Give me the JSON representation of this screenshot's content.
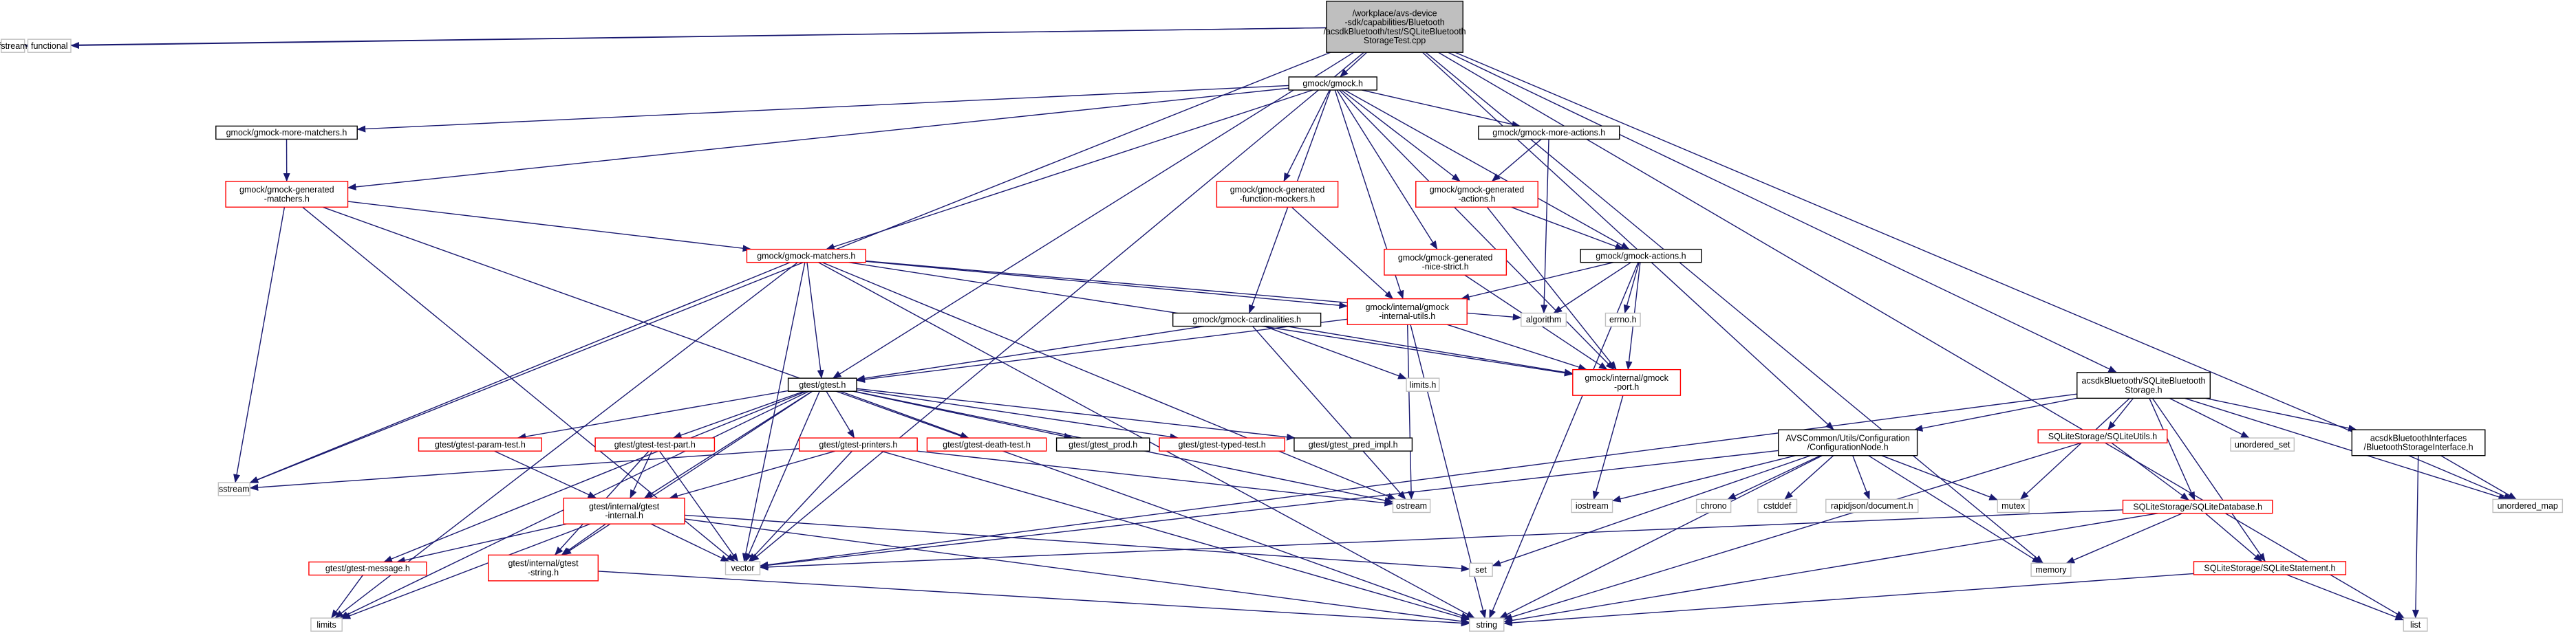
{
  "colors": {
    "edge": "#191970",
    "edge_grey": "#b4b4b4",
    "box_black": "#000000",
    "box_red": "#ff0000",
    "box_grey": "#bfbfbf",
    "root_fill": "#bfbfbf",
    "text": "#000000"
  },
  "nodes": {
    "root": {
      "lines": [
        "/workplace/avs-device",
        "-sdk/capabilities/Bluetooth",
        "/acsdkBluetooth/test/SQLiteBluetooth",
        "StorageTest.cpp"
      ],
      "style": "root"
    },
    "fstream": {
      "lines": [
        "fstream"
      ],
      "style": "grey"
    },
    "functional": {
      "lines": [
        "functional"
      ],
      "style": "grey"
    },
    "gmock_h": {
      "lines": [
        "gmock/gmock.h"
      ],
      "style": "black"
    },
    "more_matchers": {
      "lines": [
        "gmock/gmock-more-matchers.h"
      ],
      "style": "black"
    },
    "more_actions": {
      "lines": [
        "gmock/gmock-more-actions.h"
      ],
      "style": "black"
    },
    "gen_matchers": {
      "lines": [
        "gmock/gmock-generated",
        "-matchers.h"
      ],
      "style": "red"
    },
    "gen_func_mockers": {
      "lines": [
        "gmock/gmock-generated",
        "-function-mockers.h"
      ],
      "style": "red"
    },
    "gen_actions": {
      "lines": [
        "gmock/gmock-generated",
        "-actions.h"
      ],
      "style": "red"
    },
    "gen_nice_strict": {
      "lines": [
        "gmock/gmock-generated",
        "-nice-strict.h"
      ],
      "style": "red"
    },
    "actions_h": {
      "lines": [
        "gmock/gmock-actions.h"
      ],
      "style": "black"
    },
    "matchers_h": {
      "lines": [
        "gmock/gmock-matchers.h"
      ],
      "style": "red"
    },
    "algorithm": {
      "lines": [
        "algorithm"
      ],
      "style": "grey"
    },
    "errno": {
      "lines": [
        "errno.h"
      ],
      "style": "grey"
    },
    "internal_utils": {
      "lines": [
        "gmock/internal/gmock",
        "-internal-utils.h"
      ],
      "style": "red"
    },
    "cardinalities": {
      "lines": [
        "gmock/gmock-cardinalities.h"
      ],
      "style": "black"
    },
    "gmock_port": {
      "lines": [
        "gmock/internal/gmock",
        "-port.h"
      ],
      "style": "red"
    },
    "limits_h": {
      "lines": [
        "limits.h"
      ],
      "style": "grey"
    },
    "gtest_h": {
      "lines": [
        "gtest/gtest.h"
      ],
      "style": "black"
    },
    "param_test": {
      "lines": [
        "gtest/gtest-param-test.h"
      ],
      "style": "red"
    },
    "test_part": {
      "lines": [
        "gtest/gtest-test-part.h"
      ],
      "style": "red"
    },
    "printers": {
      "lines": [
        "gtest/gtest-printers.h"
      ],
      "style": "red"
    },
    "death_test": {
      "lines": [
        "gtest/gtest-death-test.h"
      ],
      "style": "red"
    },
    "gtest_prod": {
      "lines": [
        "gtest/gtest_prod.h"
      ],
      "style": "black"
    },
    "typed_test": {
      "lines": [
        "gtest/gtest-typed-test.h"
      ],
      "style": "red"
    },
    "pred_impl": {
      "lines": [
        "gtest/gtest_pred_impl.h"
      ],
      "style": "black"
    },
    "sstream": {
      "lines": [
        "sstream"
      ],
      "style": "grey"
    },
    "ostream": {
      "lines": [
        "ostream"
      ],
      "style": "grey"
    },
    "iostream": {
      "lines": [
        "iostream"
      ],
      "style": "grey"
    },
    "gtest_internal": {
      "lines": [
        "gtest/internal/gtest",
        "-internal.h"
      ],
      "style": "red"
    },
    "gtest_message": {
      "lines": [
        "gtest/gtest-message.h"
      ],
      "style": "red"
    },
    "gtest_string": {
      "lines": [
        "gtest/internal/gtest",
        "-string.h"
      ],
      "style": "red"
    },
    "vector": {
      "lines": [
        "vector"
      ],
      "style": "grey"
    },
    "limits": {
      "lines": [
        "limits"
      ],
      "style": "grey"
    },
    "string": {
      "lines": [
        "string"
      ],
      "style": "grey"
    },
    "set": {
      "lines": [
        "set"
      ],
      "style": "grey"
    },
    "config_node": {
      "lines": [
        "AVSCommon/Utils/Configuration",
        "/ConfigurationNode.h"
      ],
      "style": "black"
    },
    "chrono": {
      "lines": [
        "chrono"
      ],
      "style": "grey"
    },
    "cstddef": {
      "lines": [
        "cstddef"
      ],
      "style": "grey"
    },
    "rapidjson": {
      "lines": [
        "rapidjson/document.h"
      ],
      "style": "grey"
    },
    "mutex": {
      "lines": [
        "mutex"
      ],
      "style": "grey"
    },
    "memory": {
      "lines": [
        "memory"
      ],
      "style": "grey"
    },
    "bt_storage": {
      "lines": [
        "acsdkBluetooth/SQLiteBluetooth",
        "Storage.h"
      ],
      "style": "black"
    },
    "sqlite_utils": {
      "lines": [
        "SQLiteStorage/SQLiteUtils.h"
      ],
      "style": "red"
    },
    "sqlite_db": {
      "lines": [
        "SQLiteStorage/SQLiteDatabase.h"
      ],
      "style": "red"
    },
    "sqlite_stmt": {
      "lines": [
        "SQLiteStorage/SQLiteStatement.h"
      ],
      "style": "red"
    },
    "unordered_set": {
      "lines": [
        "unordered_set"
      ],
      "style": "grey"
    },
    "bt_iface": {
      "lines": [
        "acsdkBluetoothInterfaces",
        "/BluetoothStorageInterface.h"
      ],
      "style": "black"
    },
    "unordered_map": {
      "lines": [
        "unordered_map"
      ],
      "style": "grey"
    },
    "list": {
      "lines": [
        "list"
      ],
      "style": "grey"
    }
  },
  "edges": [
    [
      "root",
      "fstream"
    ],
    [
      "root",
      "functional"
    ],
    [
      "root",
      "gmock_h"
    ],
    [
      "root",
      "sstream"
    ],
    [
      "root",
      "vector"
    ],
    [
      "root",
      "gtest_h"
    ],
    [
      "root",
      "config_node"
    ],
    [
      "root",
      "memory"
    ],
    [
      "root",
      "bt_storage"
    ],
    [
      "root",
      "list"
    ],
    [
      "root",
      "unordered_map"
    ],
    [
      "gmock_h",
      "more_matchers"
    ],
    [
      "gmock_h",
      "more_actions"
    ],
    [
      "gmock_h",
      "gen_matchers"
    ],
    [
      "gmock_h",
      "gen_func_mockers"
    ],
    [
      "gmock_h",
      "gen_actions"
    ],
    [
      "gmock_h",
      "gen_nice_strict"
    ],
    [
      "gmock_h",
      "actions_h"
    ],
    [
      "gmock_h",
      "matchers_h"
    ],
    [
      "gmock_h",
      "cardinalities"
    ],
    [
      "gmock_h",
      "internal_utils"
    ],
    [
      "gmock_h",
      "gmock_port"
    ],
    [
      "more_matchers",
      "gen_matchers"
    ],
    [
      "more_actions",
      "gen_actions"
    ],
    [
      "more_actions",
      "algorithm"
    ],
    [
      "gen_matchers",
      "matchers_h"
    ],
    [
      "gen_matchers",
      "sstream"
    ],
    [
      "gen_matchers",
      "string"
    ],
    [
      "gen_matchers",
      "vector"
    ],
    [
      "gen_func_mockers",
      "internal_utils"
    ],
    [
      "gen_actions",
      "actions_h"
    ],
    [
      "gen_actions",
      "gmock_port"
    ],
    [
      "gen_nice_strict",
      "gmock_port"
    ],
    [
      "actions_h",
      "algorithm"
    ],
    [
      "actions_h",
      "errno"
    ],
    [
      "actions_h",
      "internal_utils"
    ],
    [
      "actions_h",
      "gmock_port"
    ],
    [
      "actions_h",
      "string"
    ],
    [
      "matchers_h",
      "algorithm"
    ],
    [
      "matchers_h",
      "internal_utils"
    ],
    [
      "matchers_h",
      "gmock_port"
    ],
    [
      "matchers_h",
      "gtest_h"
    ],
    [
      "matchers_h",
      "limits"
    ],
    [
      "matchers_h",
      "sstream"
    ],
    [
      "matchers_h",
      "ostream"
    ],
    [
      "matchers_h",
      "string"
    ],
    [
      "matchers_h",
      "vector"
    ],
    [
      "internal_utils",
      "gmock_port"
    ],
    [
      "internal_utils",
      "gtest_h"
    ],
    [
      "internal_utils",
      "ostream"
    ],
    [
      "internal_utils",
      "string"
    ],
    [
      "cardinalities",
      "gtest_h"
    ],
    [
      "cardinalities",
      "limits_h"
    ],
    [
      "cardinalities",
      "gmock_port"
    ],
    [
      "cardinalities",
      "ostream"
    ],
    [
      "gmock_port",
      "iostream"
    ],
    [
      "gtest_h",
      "param_test"
    ],
    [
      "gtest_h",
      "test_part"
    ],
    [
      "gtest_h",
      "printers"
    ],
    [
      "gtest_h",
      "death_test"
    ],
    [
      "gtest_h",
      "gtest_prod"
    ],
    [
      "gtest_h",
      "typed_test"
    ],
    [
      "gtest_h",
      "pred_impl"
    ],
    [
      "gtest_h",
      "gtest_internal"
    ],
    [
      "gtest_h",
      "gtest_message"
    ],
    [
      "gtest_h",
      "gtest_string"
    ],
    [
      "gtest_h",
      "limits"
    ],
    [
      "gtest_h",
      "ostream"
    ],
    [
      "gtest_h",
      "vector"
    ],
    [
      "param_test",
      "gtest_internal"
    ],
    [
      "test_part",
      "gtest_internal"
    ],
    [
      "test_part",
      "gtest_string"
    ],
    [
      "test_part",
      "vector"
    ],
    [
      "printers",
      "gtest_internal"
    ],
    [
      "printers",
      "sstream"
    ],
    [
      "printers",
      "ostream"
    ],
    [
      "printers",
      "string"
    ],
    [
      "printers",
      "vector"
    ],
    [
      "gtest_internal",
      "gtest_message"
    ],
    [
      "gtest_internal",
      "gtest_string"
    ],
    [
      "gtest_internal",
      "limits"
    ],
    [
      "gtest_internal",
      "set"
    ],
    [
      "gtest_internal",
      "string"
    ],
    [
      "gtest_internal",
      "vector"
    ],
    [
      "gtest_message",
      "limits"
    ],
    [
      "gtest_string",
      "string"
    ],
    [
      "config_node",
      "chrono"
    ],
    [
      "config_node",
      "cstddef"
    ],
    [
      "config_node",
      "rapidjson"
    ],
    [
      "config_node",
      "mutex"
    ],
    [
      "config_node",
      "memory"
    ],
    [
      "config_node",
      "iostream"
    ],
    [
      "config_node",
      "string"
    ],
    [
      "config_node",
      "set"
    ],
    [
      "config_node",
      "vector"
    ],
    [
      "bt_storage",
      "config_node"
    ],
    [
      "bt_storage",
      "sqlite_utils"
    ],
    [
      "bt_storage",
      "sqlite_db"
    ],
    [
      "bt_storage",
      "sqlite_stmt"
    ],
    [
      "bt_storage",
      "unordered_set"
    ],
    [
      "bt_storage",
      "bt_iface"
    ],
    [
      "bt_storage",
      "unordered_map"
    ],
    [
      "bt_storage",
      "mutex"
    ],
    [
      "bt_storage",
      "vector"
    ],
    [
      "sqlite_utils",
      "sqlite_db"
    ],
    [
      "sqlite_utils",
      "string"
    ],
    [
      "sqlite_db",
      "sqlite_stmt"
    ],
    [
      "sqlite_db",
      "memory"
    ],
    [
      "sqlite_db",
      "string"
    ],
    [
      "sqlite_db",
      "vector"
    ],
    [
      "sqlite_stmt",
      "string"
    ],
    [
      "sqlite_stmt",
      "list"
    ],
    [
      "bt_iface",
      "unordered_map"
    ],
    [
      "bt_iface",
      "list"
    ]
  ]
}
